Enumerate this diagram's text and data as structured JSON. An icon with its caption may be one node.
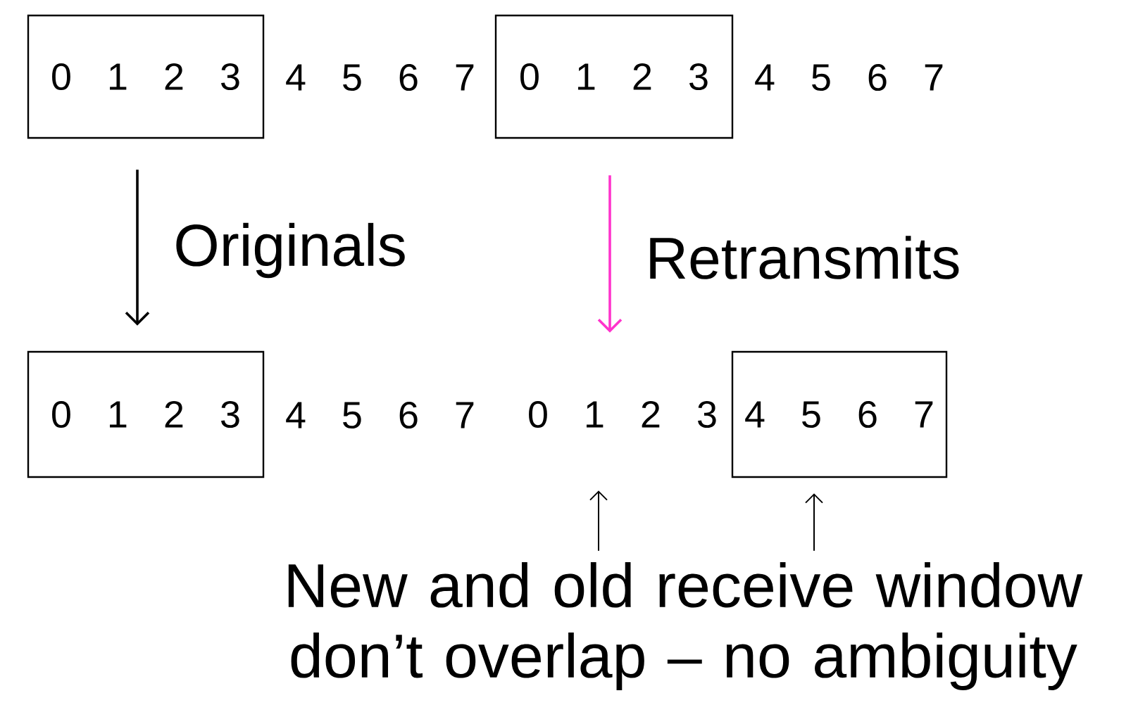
{
  "diagram": {
    "nodes": [
      {
        "text": [
          "0 1 2 3"
        ]
      },
      {
        "text": [
          "0 1 2 3"
        ]
      },
      {
        "text": [
          "0 1 2 3"
        ]
      },
      {
        "text": [
          "0 1 2 3"
        ]
      },
      {
        "text": [
          "4 5 6 7"
        ]
      },
      {
        "text": [
          "New and old receive window don’t overlap –  no ambiguity"
        ]
      }
    ],
    "edges": [
      {
        "from": 0,
        "to": 2,
        "arrow": "to",
        "label": "Originals"
      },
      {
        "from": 1,
        "to": 3,
        "arrow": "to",
        "label": "Retransmits",
        "color": "#ff33cc"
      },
      {
        "from": 5,
        "to": 3,
        "arrow": "to"
      },
      {
        "from": 5,
        "to": 4,
        "arrow": "to"
      }
    ],
    "labels": [
      "4 5 6 7",
      "4 5 6 7",
      "4 5 6 7"
    ]
  }
}
